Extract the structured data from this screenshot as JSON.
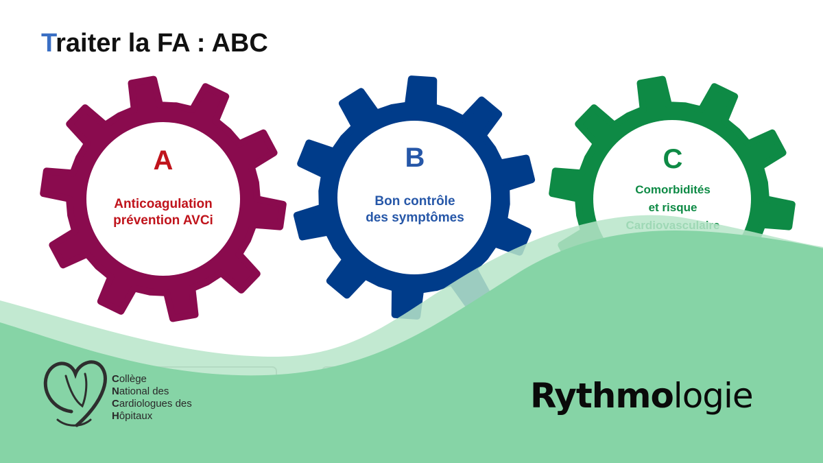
{
  "header": {
    "title_first": "T",
    "title_rest": "raiter la FA : ABC"
  },
  "gears": [
    {
      "letter": "A",
      "lines": [
        "Anticoagulation",
        "prévention AVCi"
      ],
      "gear_color": "#8a0b4e",
      "text_color": "#c0141c"
    },
    {
      "letter": "B",
      "lines": [
        "Bon contrôle",
        "des symptômes"
      ],
      "gear_color": "#003c8a",
      "text_color": "#2657a8"
    },
    {
      "letter": "C",
      "lines": [
        "Comorbidités",
        "et risque",
        "Cardiovasculaire"
      ],
      "gear_color": "#0e8a45",
      "text_color": "#0e8a45"
    }
  ],
  "logo": {
    "icon": "heart-swirl-logo",
    "lines": [
      {
        "initial": "C",
        "rest": "ollège"
      },
      {
        "initial": "N",
        "rest": "ational des"
      },
      {
        "initial": "C",
        "rest": "ardiologues des"
      },
      {
        "initial": "H",
        "rest": "ôpitaux"
      }
    ]
  },
  "brand": {
    "bold": "Rythmo",
    "light": "logie"
  },
  "colors": {
    "wave_dark": "#86d4a6",
    "wave_light": "#b7e5c9"
  }
}
